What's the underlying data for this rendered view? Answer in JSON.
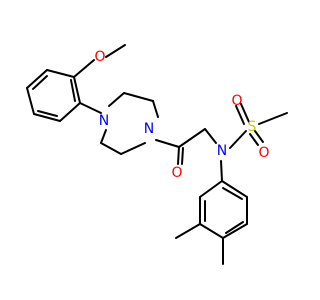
{
  "molecule": {
    "atom_labels": {
      "methoxy_oxygen": "O",
      "piperazine_n_aryl": "N",
      "piperazine_n_amide": "N",
      "carbonyl_oxygen": "O",
      "sulfonamide_nitrogen": "N",
      "sulfur": "S",
      "sulfonyl_oxygen_top": "O",
      "sulfonyl_oxygen_bottom": "O"
    },
    "colors": {
      "bond": "#000000",
      "oxygen": "#ff0000",
      "nitrogen": "#0000ff",
      "sulfur": "#cccc00"
    }
  }
}
